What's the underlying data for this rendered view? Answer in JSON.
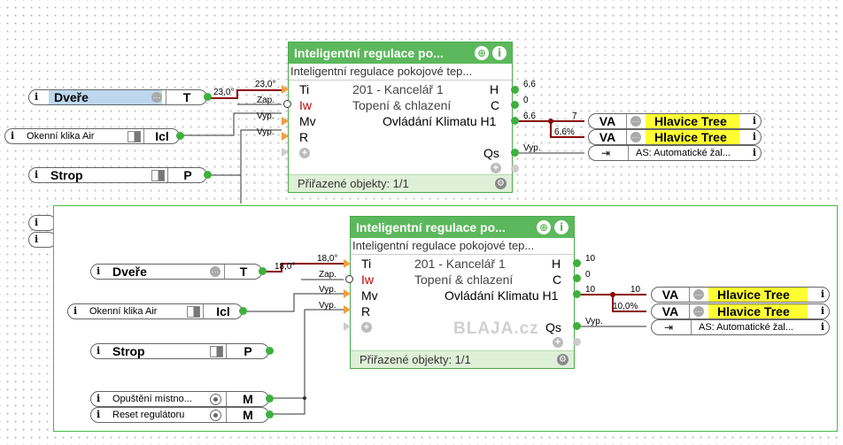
{
  "block1": {
    "title": "Inteligentní  regulace  po...",
    "subtitle": "Inteligentní  regulace  pokojové  tep...",
    "in_labels": [
      "Ti",
      "Iw",
      "Mv",
      "R"
    ],
    "room": "201 - Kancelář 1",
    "mode": "Topení & chlazení",
    "out_label": "Ovládání Klimatu H1",
    "out_pins": [
      "H",
      "C",
      "Qs"
    ],
    "footer": "Přiřazené objekty: 1/1",
    "in_values": [
      "23,0°",
      "Zap.",
      "Vyp.",
      "Vyp."
    ],
    "out_values": [
      "6,6",
      "0",
      "6,6",
      "Vyp."
    ],
    "wire_values": [
      "23,0°",
      "7",
      "6,6%"
    ]
  },
  "block2": {
    "title": "Inteligentní  regulace  po...",
    "subtitle": "Inteligentní  regulace  pokojové  tep...",
    "in_labels": [
      "Ti",
      "Iw",
      "Mv",
      "R"
    ],
    "room": "201 - Kancelář 1",
    "mode": "Topení & chlazení",
    "out_label": "Ovládání Klimatu H1",
    "out_pins": [
      "H",
      "C",
      "Qs"
    ],
    "footer": "Přiřazené objekty: 1/1",
    "in_values": [
      "18,0°",
      "Zap.",
      "Vyp.",
      "Vyp."
    ],
    "out_values": [
      "10",
      "0",
      "10",
      "Vyp."
    ],
    "wire_values": [
      "18,0°",
      "10",
      "10,0%"
    ],
    "watermark": "BLAJA.cz"
  },
  "inputs1": {
    "door": {
      "name": "Dveře",
      "type": "T"
    },
    "window": {
      "name": "Okenní klika Air",
      "type": "Icl"
    },
    "ceiling": {
      "name": "Strop",
      "type": "P"
    }
  },
  "inputs2": {
    "door": {
      "name": "Dveře",
      "type": "T"
    },
    "window": {
      "name": "Okenní klika Air",
      "type": "Icl"
    },
    "ceiling": {
      "name": "Strop",
      "type": "P"
    },
    "leave": {
      "name": "Opuštění místno...",
      "type": "M"
    },
    "reset": {
      "name": "Reset regulátoru",
      "type": "M"
    }
  },
  "outputs1": {
    "valve1": {
      "type": "VA",
      "name": "Hlavice Tree"
    },
    "valve2": {
      "type": "VA",
      "name": "Hlavice Tree"
    },
    "as": {
      "name": "AS: Automatické žal..."
    }
  },
  "outputs2": {
    "valve1": {
      "type": "VA",
      "name": "Hlavice Tree"
    },
    "valve2": {
      "type": "VA",
      "name": "Hlavice Tree"
    },
    "as": {
      "name": "AS: Automatické žal..."
    }
  },
  "icons": {
    "info": "i",
    "move": "⊕",
    "gear": "⚙",
    "plus": "+",
    "dots": "⋯",
    "export": "⇥"
  },
  "colors": {
    "block_green": "#5cb85c",
    "wire_red": "#8b0000",
    "highlight_yellow": "#ffff33",
    "door_blue": "#bdd7ee"
  }
}
